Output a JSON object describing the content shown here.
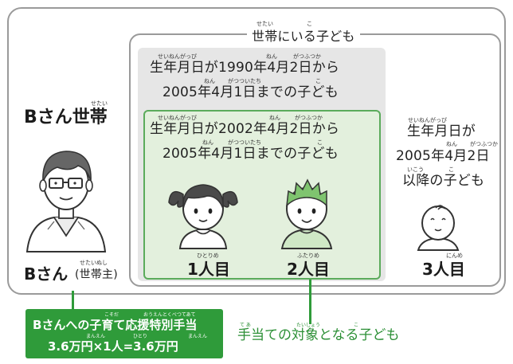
{
  "household": {
    "title": "Bさん世帯",
    "title_ruby": "せたい",
    "parent_name": "Bさん",
    "parent_suffix": "(世帯主)",
    "parent_ruby": "せたいぬし"
  },
  "children_group": {
    "title": "世帯にいる子ども",
    "title_ruby_1": "せたい",
    "title_ruby_2": "こ"
  },
  "range_grey": {
    "line1": "生年月日が1990年4月2日から",
    "line2": "2005年4月1日までの子ども",
    "ruby1": "せいねんがっぴ",
    "ruby2": "ねん",
    "ruby3": "がつふつか",
    "ruby4": "ねん",
    "ruby5": "がつついたち",
    "ruby6": "こ"
  },
  "range_green": {
    "line1": "生年月日が2002年4月2日から",
    "line2": "2005年4月1日までの子ども",
    "ruby1": "せいねんがっぴ",
    "ruby2": "ねん",
    "ruby3": "がつふつか",
    "ruby4": "ねん",
    "ruby5": "がつついたち",
    "ruby6": "こ"
  },
  "range_third": {
    "line1": "生年月日が",
    "line2": "2005年4月2日",
    "line3": "以降の子ども",
    "ruby1": "せいねんがっぴ",
    "ruby2": "ねん",
    "ruby3": "がつふつか",
    "ruby4": "いこう",
    "ruby5": "こ"
  },
  "children": [
    {
      "label": "1人目",
      "ruby": "ひとりめ"
    },
    {
      "label": "2人目",
      "ruby": "ふたりめ"
    },
    {
      "label": "3人目",
      "ruby": "にんめ"
    }
  ],
  "benefit": {
    "line1": "Bさんへの子育て応援特別手当",
    "line2": "3.6万円×1人=3.6万円",
    "ruby_kosodate": "こそだ",
    "ruby_ouen": "おうえんとくべつてあて",
    "ruby_man1": "まんえん",
    "ruby_hitori": "ひとり",
    "ruby_man2": "まんえん"
  },
  "eligible_note": {
    "text": "手当ての対象となる子ども",
    "ruby_te": "て あ",
    "ruby_taishou": "たいしょう",
    "ruby_ko": "こ"
  },
  "colors": {
    "green": "#2f9b3a",
    "light_green": "#e3f0dd",
    "grey": "#e6e6e6",
    "border": "#9a9a9a"
  }
}
